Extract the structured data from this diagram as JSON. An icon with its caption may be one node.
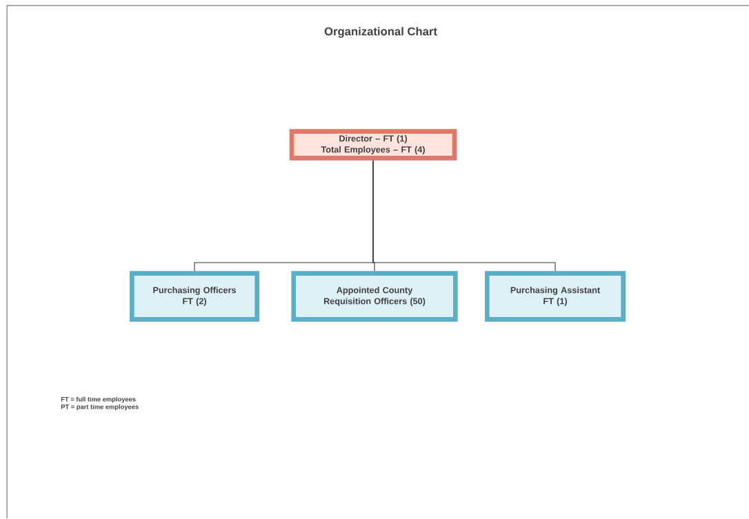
{
  "diagram": {
    "title": "Organizational Chart",
    "nodes": [
      {
        "text": [
          "Director – FT (1)",
          "Total Employees – FT (4)"
        ]
      },
      {
        "text": [
          "Purchasing Officers",
          "FT (2)"
        ]
      },
      {
        "text": [
          "Appointed County Requisition Officers (50)"
        ]
      },
      {
        "text": [
          "Purchasing Assistant",
          "FT (1)"
        ]
      }
    ],
    "edges": [
      {
        "from": 0,
        "to": 1,
        "arrow": "none"
      },
      {
        "from": 0,
        "to": 2,
        "arrow": "none"
      },
      {
        "from": 0,
        "to": 3,
        "arrow": "none"
      }
    ],
    "labels": [
      "FT = full time employees",
      "PT = part time employees"
    ]
  }
}
